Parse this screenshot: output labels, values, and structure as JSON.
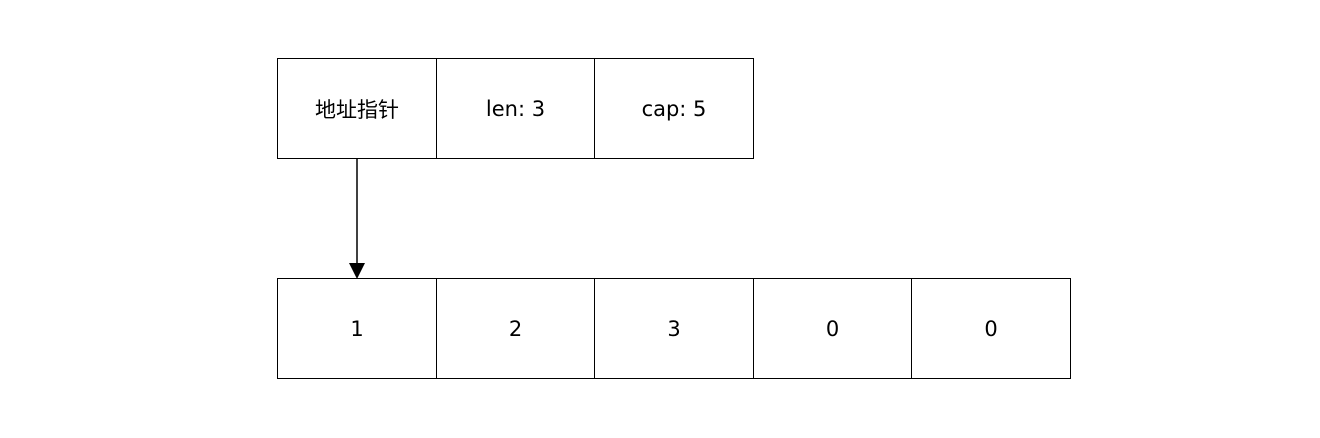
{
  "slice_header": {
    "pointer_label": "地址指针",
    "len_label": "len: 3",
    "cap_label": "cap: 5"
  },
  "underlying_array": {
    "elements": [
      "1",
      "2",
      "3",
      "0",
      "0"
    ]
  },
  "colors": {
    "stroke": "#000000",
    "background": "#ffffff"
  }
}
